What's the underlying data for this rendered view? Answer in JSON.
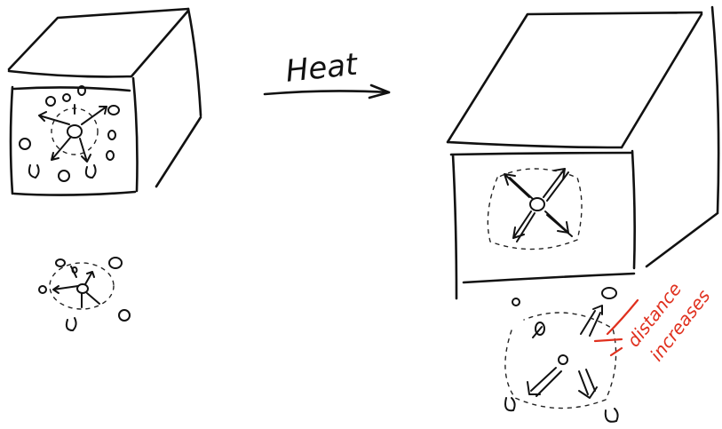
{
  "arrow_label": "Heat",
  "annotation": {
    "line1": "distance",
    "line2": "increases",
    "color": "#e0301e"
  },
  "ink_color": "#111111",
  "background": "#ffffff"
}
